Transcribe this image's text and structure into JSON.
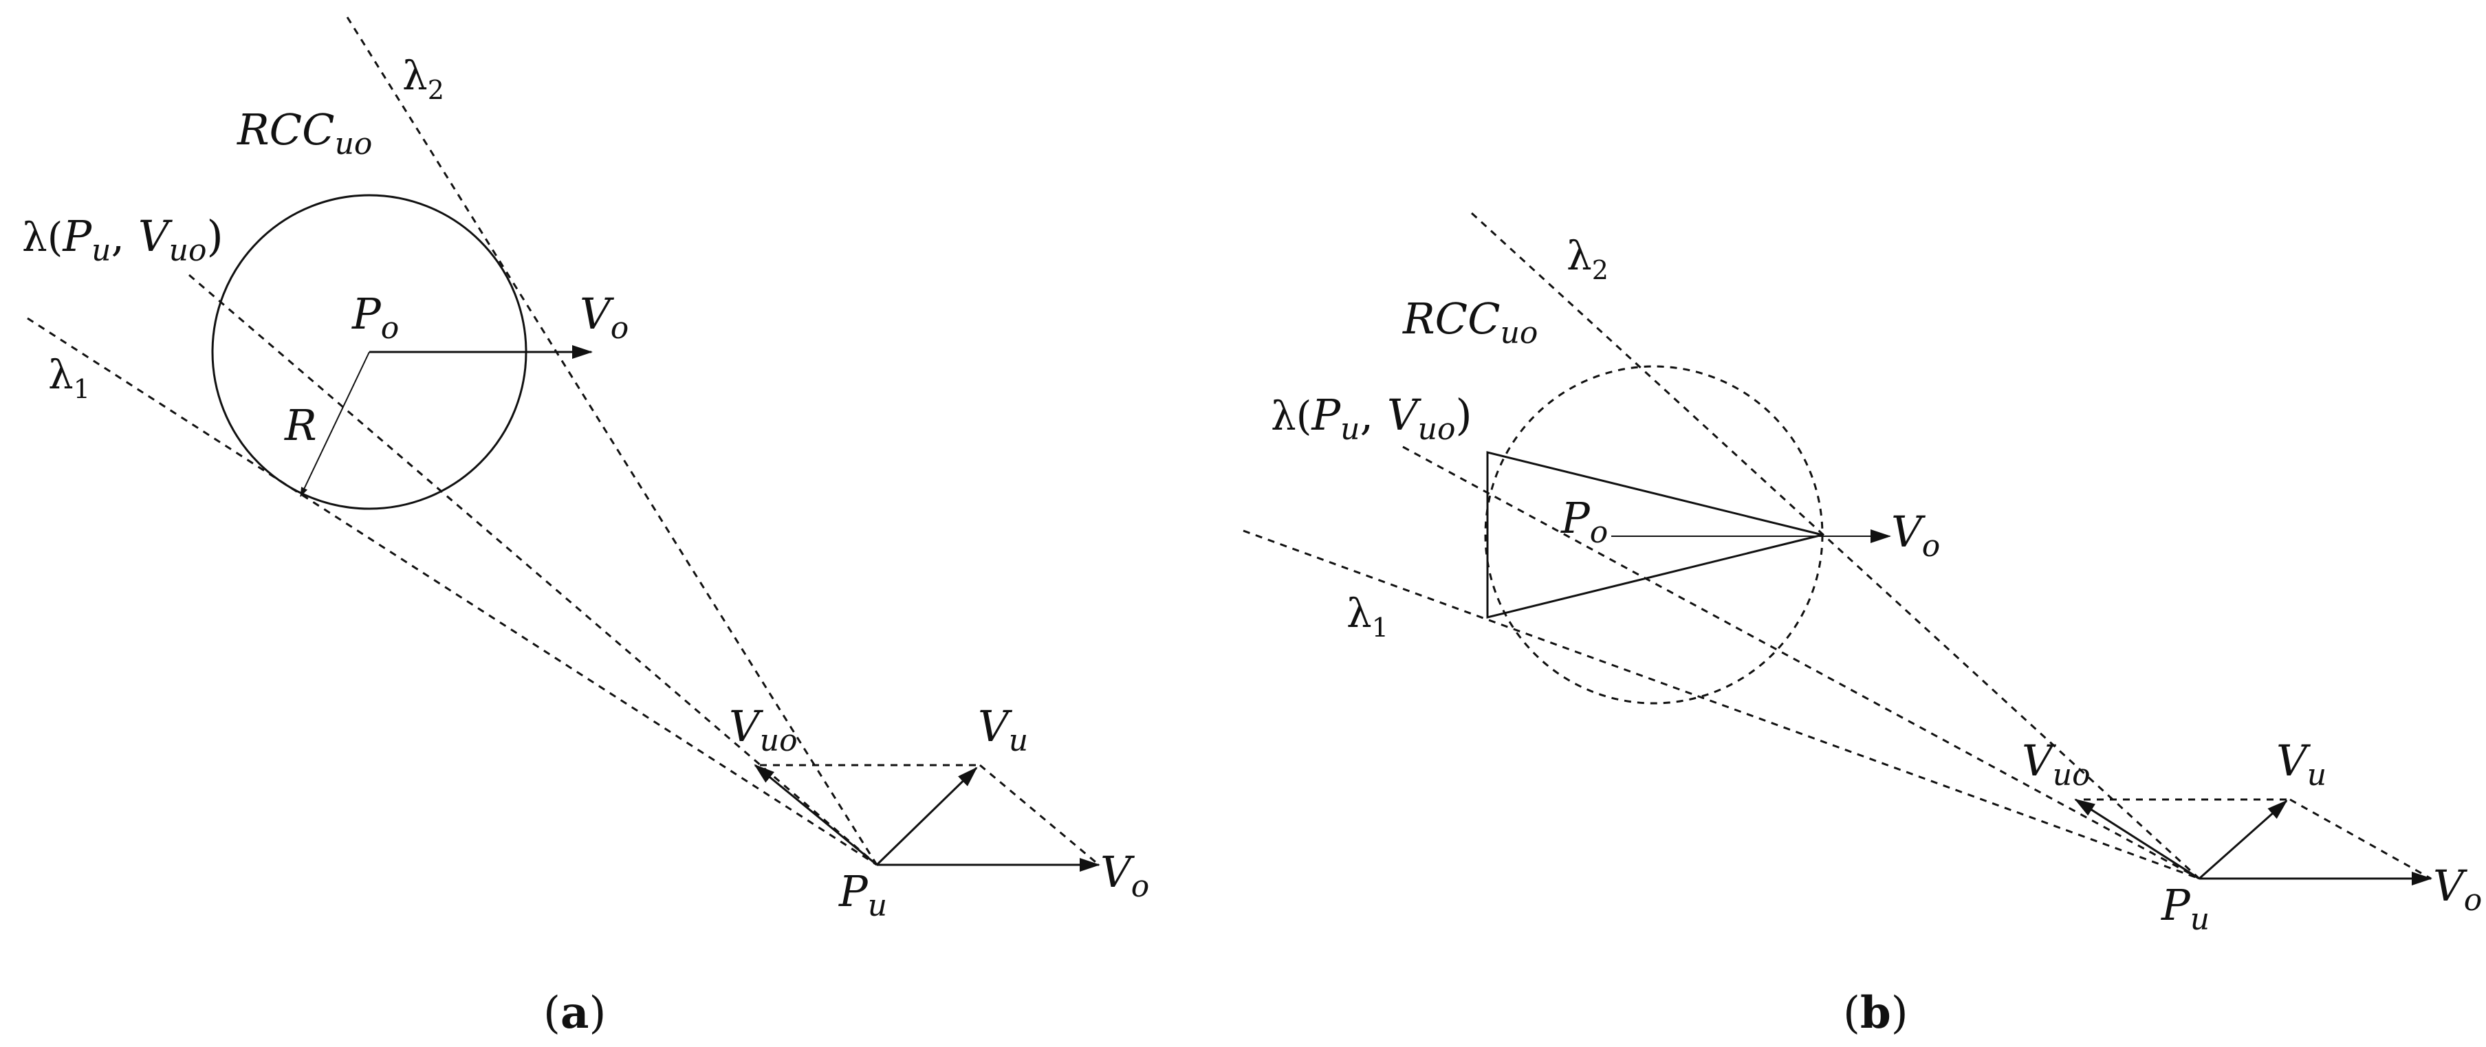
{
  "panel_a": {
    "caption_open": "(",
    "caption_letter": "a",
    "caption_close": ")",
    "lambda2": "λ",
    "lambda2_sub": "2",
    "lambda1": "λ",
    "lambda1_sub": "1",
    "rcc_main": "RCC",
    "rcc_sub": "uo",
    "lambda_puvuo_prefix": "λ(",
    "lambda_puvuo_P": "P",
    "lambda_puvuo_P_sub": "u",
    "lambda_puvuo_comma": ", ",
    "lambda_puvuo_V": "V",
    "lambda_puvuo_V_sub": "uo",
    "lambda_puvuo_close": ")",
    "po_main": "P",
    "po_sub": "o",
    "vo_top_main": "V",
    "vo_top_sub": "o",
    "r_label": "R",
    "vuo_main": "V",
    "vuo_sub": "uo",
    "vu_main": "V",
    "vu_sub": "u",
    "pu_main": "P",
    "pu_sub": "u",
    "vo_bottom_main": "V",
    "vo_bottom_sub": "o"
  },
  "panel_b": {
    "caption_open": "(",
    "caption_letter": "b",
    "caption_close": ")",
    "lambda2": "λ",
    "lambda2_sub": "2",
    "lambda1": "λ",
    "lambda1_sub": "1",
    "rcc_main": "RCC",
    "rcc_sub": "uo",
    "lambda_puvuo_prefix": "λ(",
    "lambda_puvuo_P": "P",
    "lambda_puvuo_P_sub": "u",
    "lambda_puvuo_comma": ", ",
    "lambda_puvuo_V": "V",
    "lambda_puvuo_V_sub": "uo",
    "lambda_puvuo_close": ")",
    "po_main": "P",
    "po_sub": "o",
    "vo_top_main": "V",
    "vo_top_sub": "o",
    "vuo_main": "V",
    "vuo_sub": "uo",
    "vu_main": "V",
    "vu_sub": "u",
    "pu_main": "P",
    "pu_sub": "u",
    "vo_bottom_main": "V",
    "vo_bottom_sub": "o"
  }
}
